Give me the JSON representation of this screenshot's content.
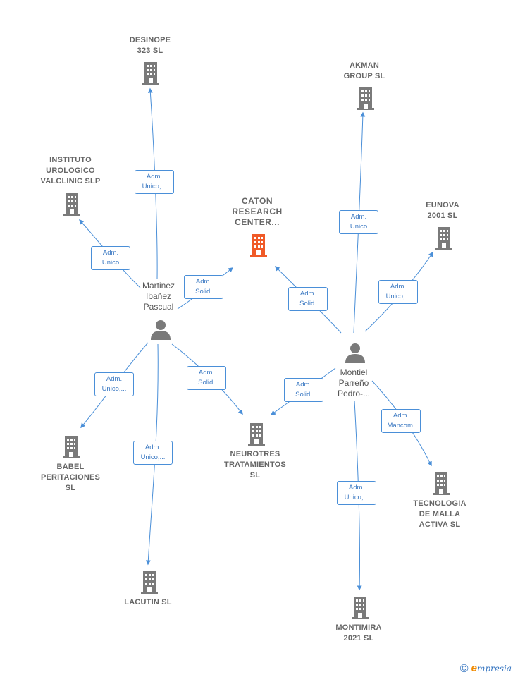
{
  "colors": {
    "edge": "#4a8fd8",
    "icon": "#7a7a7a",
    "highlight": "#f05a28",
    "text": "#666666"
  },
  "companies": {
    "desinope": {
      "label": "DESINOPE\n323  SL",
      "icon": "building-icon"
    },
    "akman": {
      "label": "AKMAN\nGROUP SL",
      "icon": "building-icon"
    },
    "instituto": {
      "label": "INSTITUTO\nUROLOGICO\nVALCLINIC SLP",
      "icon": "building-icon"
    },
    "caton": {
      "label": "CATON\nRESEARCH\nCENTER...",
      "icon": "building-icon",
      "highlight": true
    },
    "eunova": {
      "label": "EUNOVA\n2001 SL",
      "icon": "building-icon"
    },
    "babel": {
      "label": "BABEL\nPERITACIONES\nSL",
      "icon": "building-icon"
    },
    "neurotres": {
      "label": "NEUROTRES\nTRATAMIENTOS\nSL",
      "icon": "building-icon"
    },
    "tecnologia": {
      "label": "TECNOLOGIA\nDE MALLA\nACTIVA  SL",
      "icon": "building-icon"
    },
    "lacutin": {
      "label": "LACUTIN  SL",
      "icon": "building-icon"
    },
    "montimira": {
      "label": "MONTIMIRA\n2021  SL",
      "icon": "building-icon"
    }
  },
  "persons": {
    "martinez": {
      "label": "Martinez\nIbañez\nPascual",
      "icon": "person-icon"
    },
    "montiel": {
      "label": "Montiel\nParreño\nPedro-...",
      "icon": "person-icon"
    }
  },
  "relations": {
    "m_desinope": "Adm.\nUnico,...",
    "m_instituto": "Adm.\nUnico",
    "m_caton": "Adm.\nSolid.",
    "m_babel": "Adm.\nUnico,...",
    "m_neurotres": "Adm.\nSolid.",
    "m_lacutin": "Adm.\nUnico,...",
    "p_akman": "Adm.\nUnico",
    "p_caton": "Adm.\nSolid.",
    "p_eunova": "Adm.\nUnico,...",
    "p_neurotres": "Adm.\nSolid.",
    "p_tecnologia": "Adm.\nMancom.",
    "p_montimira": "Adm.\nUnico,..."
  },
  "footer": {
    "copyright": "©",
    "brand_first": "e",
    "brand_rest": "mpresia"
  }
}
